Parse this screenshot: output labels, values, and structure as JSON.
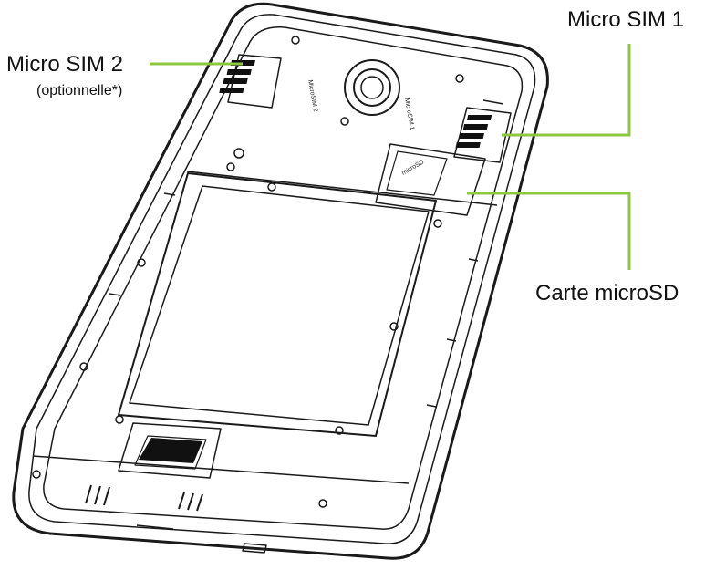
{
  "labels": {
    "sim2": "Micro SIM 2",
    "sim2_note": "(optionnelle*)",
    "sim1": "Micro SIM 1",
    "microsd": "Carte microSD"
  },
  "slot_markings": {
    "sim2_slot": "MicroSIM 2",
    "sim1_slot": "MicroSIM 1",
    "sd_slot": "microSD"
  },
  "colors": {
    "leader_line": "#8dc63f",
    "outline": "#1a1a1a",
    "background": "#ffffff"
  }
}
